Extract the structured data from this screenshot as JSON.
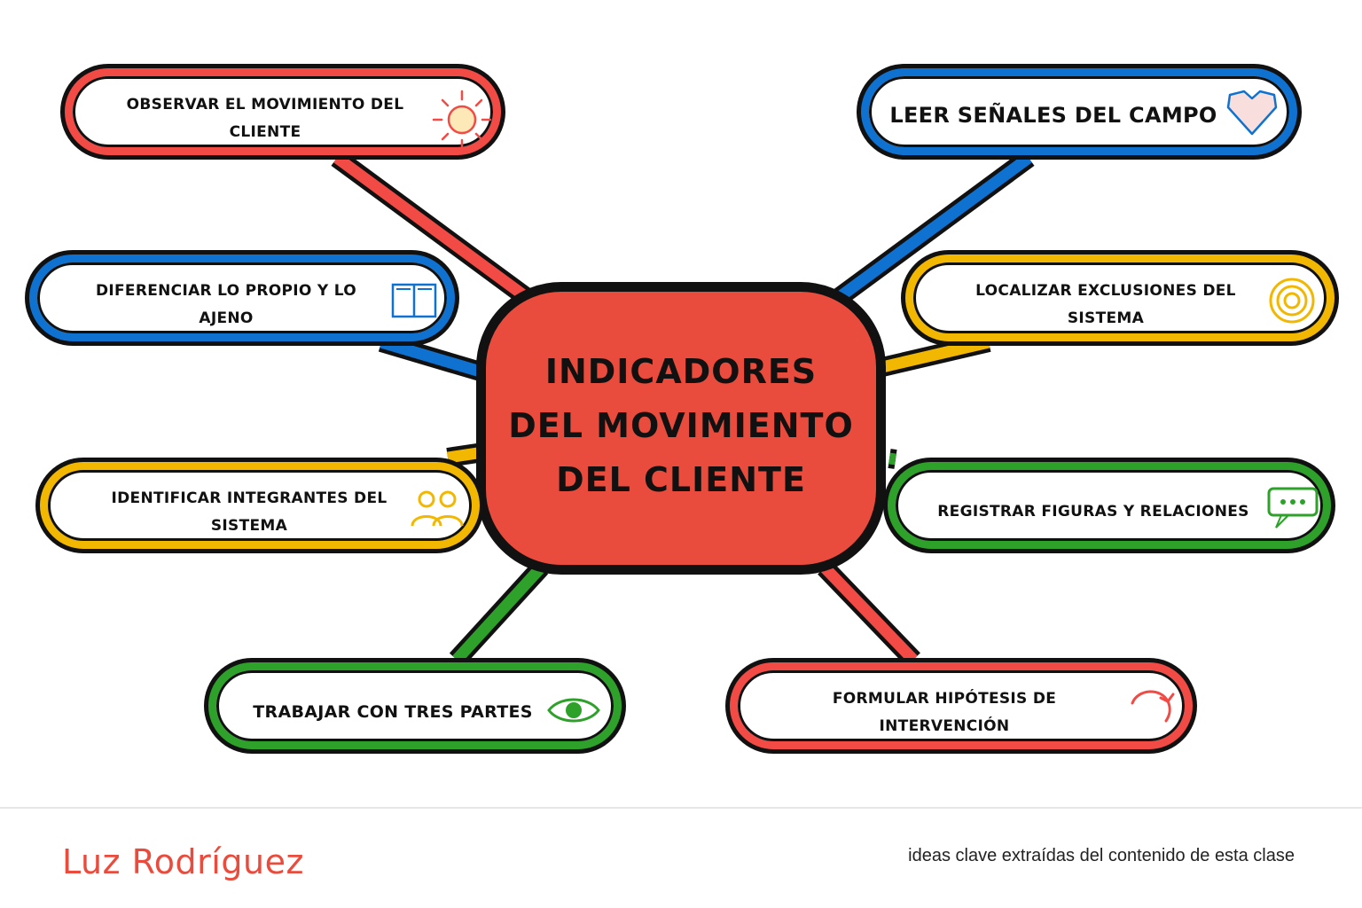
{
  "center": {
    "title": "INDICADORES DEL MOVIMIENTO DEL CLIENTE",
    "color": "#e94c3c"
  },
  "nodes": [
    {
      "id": "observar",
      "label": "OBSERVAR EL MOVIMIENTO DEL CLIENTE",
      "color": "#f24a45",
      "icon": "sun-icon"
    },
    {
      "id": "leer",
      "label": "LEER SEÑALES DEL CAMPO",
      "color": "#0f72d0",
      "icon": "heart-icon"
    },
    {
      "id": "diferenciar",
      "label": "DIFERENCIAR LO PROPIO Y LO AJENO",
      "color": "#0f72d0",
      "icon": "book-icon"
    },
    {
      "id": "localizar",
      "label": "LOCALIZAR EXCLUSIONES DEL SISTEMA",
      "color": "#f2b700",
      "icon": "target-icon"
    },
    {
      "id": "identificar",
      "label": "IDENTIFICAR INTEGRANTES DEL SISTEMA",
      "color": "#f2b700",
      "icon": "people-icon"
    },
    {
      "id": "registrar",
      "label": "REGISTRAR FIGURAS Y RELACIONES",
      "color": "#2ea12a",
      "icon": "chat-bubble-icon"
    },
    {
      "id": "trabajar",
      "label": "TRABAJAR CON TRES PARTES",
      "color": "#2ea12a",
      "icon": "eye-icon"
    },
    {
      "id": "formular",
      "label": "FORMULAR HIPÓTESIS DE INTERVENCIÓN",
      "color": "#f24a45",
      "icon": "refresh-arrow-icon"
    }
  ],
  "footer": {
    "author": "Luz Rodríguez",
    "subtitle": "ideas clave extraídas del contenido de esta clase"
  }
}
